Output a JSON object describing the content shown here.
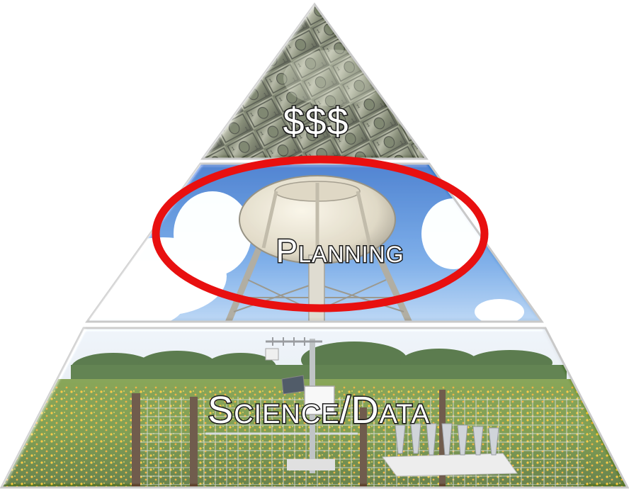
{
  "diagram": {
    "type": "pyramid",
    "tiers": [
      {
        "label": "$$$",
        "image": "money-banknotes-photo",
        "highlighted": false
      },
      {
        "label": "Planning",
        "image": "water-tower-photo",
        "highlighted": true
      },
      {
        "label": "Science/Data",
        "image": "weather-station-field-photo",
        "highlighted": false
      }
    ],
    "highlight_color": "#e81010"
  }
}
